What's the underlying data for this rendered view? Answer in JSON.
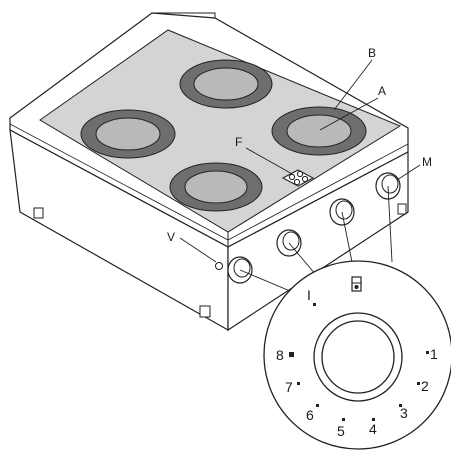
{
  "labels": {
    "a": "A",
    "b": "B",
    "f": "F",
    "m": "M",
    "v": "V"
  },
  "dial": {
    "off_mark": "I",
    "positions": [
      "1",
      "2",
      "3",
      "4",
      "5",
      "6",
      "7",
      "8"
    ]
  },
  "colors": {
    "hob_surface": "#d4d4d4",
    "hotplate_ring": "#6e6e6e",
    "hotplate_center": "#b9b9b9",
    "body": "#ffffff",
    "outline": "#222222"
  }
}
